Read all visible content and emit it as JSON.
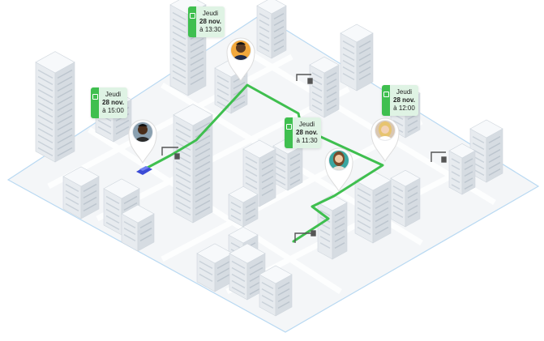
{
  "map": {
    "route_color": "#3fbf4f",
    "callout_color": "#dff3e4",
    "ground_color": "#f4f6f8",
    "outline_color": "#b9d9f2",
    "car_color": "#3b4bd6",
    "waypoints": [
      {
        "id": "wp-1330",
        "day": "Jeudi",
        "date": "28 nov.",
        "time": "à 13:30",
        "avatar": "avatar-man-icon"
      },
      {
        "id": "wp-1500",
        "day": "Jeudi",
        "date": "28 nov.",
        "time": "à 15:00",
        "avatar": "avatar-man-icon"
      },
      {
        "id": "wp-1130",
        "day": "Jeudi",
        "date": "28 nov.",
        "time": "à 11:30",
        "avatar": "avatar-woman-icon"
      },
      {
        "id": "wp-1200",
        "day": "Jeudi",
        "date": "28 nov.",
        "time": "à 12:00",
        "avatar": "avatar-woman-icon"
      }
    ]
  }
}
